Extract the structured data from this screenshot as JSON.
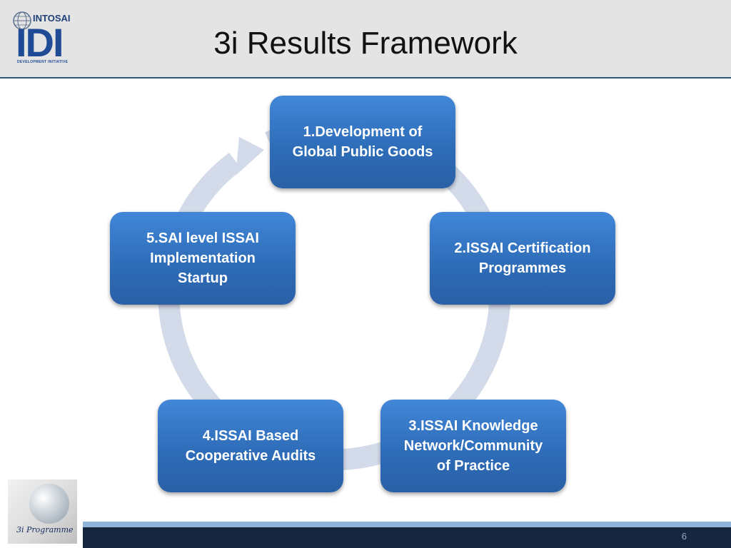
{
  "header": {
    "title": "3i Results Framework",
    "logo": {
      "top_text": "INTOSAI",
      "main_text": "IDI",
      "bottom_text": "DEVELOPMENT INITIATIVE"
    }
  },
  "cycle": {
    "steps": [
      {
        "label": "1.Development of\nGlobal Public Goods"
      },
      {
        "label": "2.ISSAI Certification\nProgrammes"
      },
      {
        "label": "3.ISSAI Knowledge\nNetwork/Community\nof Practice"
      },
      {
        "label": "4.ISSAI Based\nCooperative Audits"
      },
      {
        "label": "5.SAI level ISSAI\nImplementation\nStartup"
      }
    ],
    "colors": {
      "box": "#2e6db9",
      "ring": "#d3dbea"
    }
  },
  "footer": {
    "page_number": "6",
    "thumbnail_text": "3i Programme"
  }
}
